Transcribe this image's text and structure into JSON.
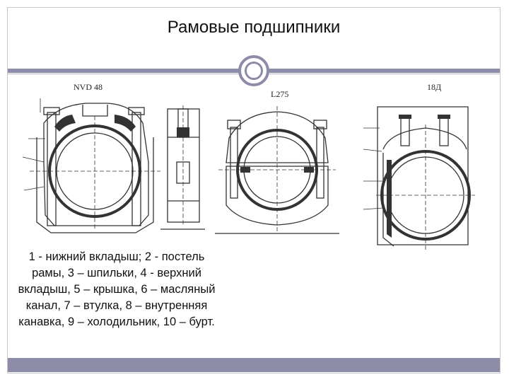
{
  "slide": {
    "title": "Рамовые подшипники",
    "labels": {
      "left": "NVD 48",
      "middle": "L275",
      "right": "18Д"
    },
    "caption": "1 - нижний вкладыш; 2 - постель рамы, 3 – шпильки, 4 - верхний вкладыш, 5 – крышка, 6 – масляный канал, 7 – втулка, 8 – внутренняя канавка, 9 – холодильник, 10 – бурт."
  },
  "colors": {
    "accent": "#8c8ca8",
    "frame": "#c8c8c8"
  },
  "icons": [
    "ring-ornament-icon"
  ]
}
